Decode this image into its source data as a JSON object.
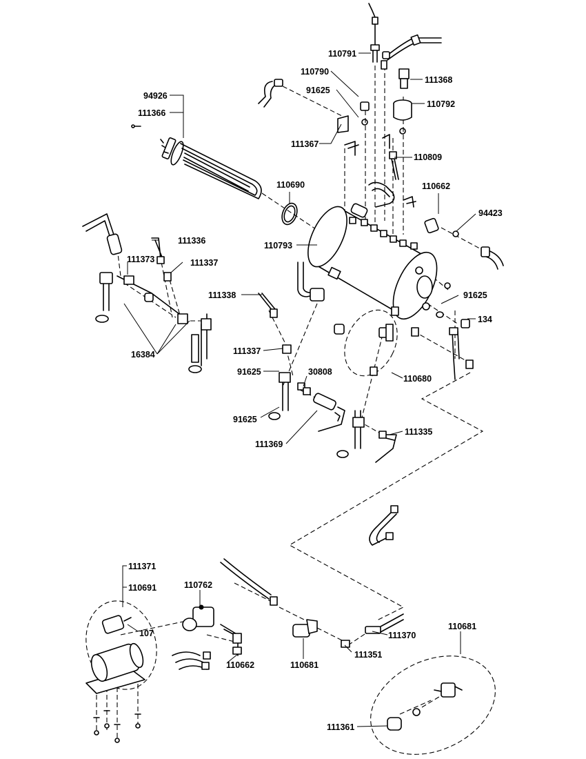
{
  "labels": {
    "l110791": "110791",
    "l110790": "110790",
    "l111368": "111368",
    "l91625_top": "91625",
    "l110792": "110792",
    "l94926": "94926",
    "l111366": "111366",
    "l111367": "111367",
    "l110809": "110809",
    "l110690": "110690",
    "l110662_top": "110662",
    "l94423": "94423",
    "l111336": "111336",
    "l110793": "110793",
    "l111373": "111373",
    "l111337_a": "111337",
    "l111338": "111338",
    "l91625_right": "91625",
    "l134": "134",
    "l16384": "16384",
    "l111337_b": "111337",
    "l91625_mid": "91625",
    "l30808": "30808",
    "l110680": "110680",
    "l91625_low": "91625",
    "l111369": "111369",
    "l111335": "111335",
    "l111371": "111371",
    "l110691": "110691",
    "l110762": "110762",
    "l107": "107",
    "l110662_bottom": "110662",
    "l111370": "111370",
    "l110681_right": "110681",
    "l110681_left": "110681",
    "l111351": "111351",
    "l111361": "111361"
  }
}
